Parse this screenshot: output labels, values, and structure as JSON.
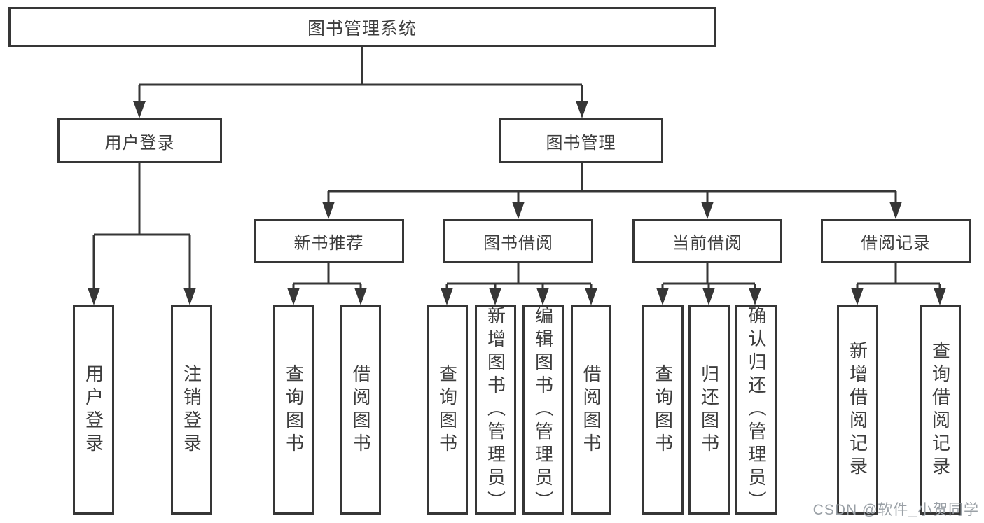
{
  "root": {
    "label": "图书管理系统"
  },
  "branches": {
    "user": {
      "label": "用户登录",
      "children": [
        {
          "label": "用户登录"
        },
        {
          "label": "注销登录"
        }
      ]
    },
    "book": {
      "label": "图书管理"
    }
  },
  "modules": [
    {
      "label": "新书推荐",
      "children": [
        {
          "label": "查询图书"
        },
        {
          "label": "借阅图书"
        }
      ]
    },
    {
      "label": "图书借阅",
      "children": [
        {
          "label": "查询图书"
        },
        {
          "label": "新增图书（管理员）"
        },
        {
          "label": "编辑图书（管理员）"
        },
        {
          "label": "借阅图书"
        }
      ]
    },
    {
      "label": "当前借阅",
      "children": [
        {
          "label": "查询图书"
        },
        {
          "label": "归还图书"
        },
        {
          "label": "确认归还（管理员）"
        }
      ]
    },
    {
      "label": "借阅记录",
      "children": [
        {
          "label": "新增借阅记录"
        },
        {
          "label": "查询借阅记录"
        }
      ]
    }
  ],
  "watermark": "CSDN @软件_小贺同学",
  "colors": {
    "line": "#363636",
    "text": "#3d3d3d",
    "watermark": "#9aa0a6"
  }
}
